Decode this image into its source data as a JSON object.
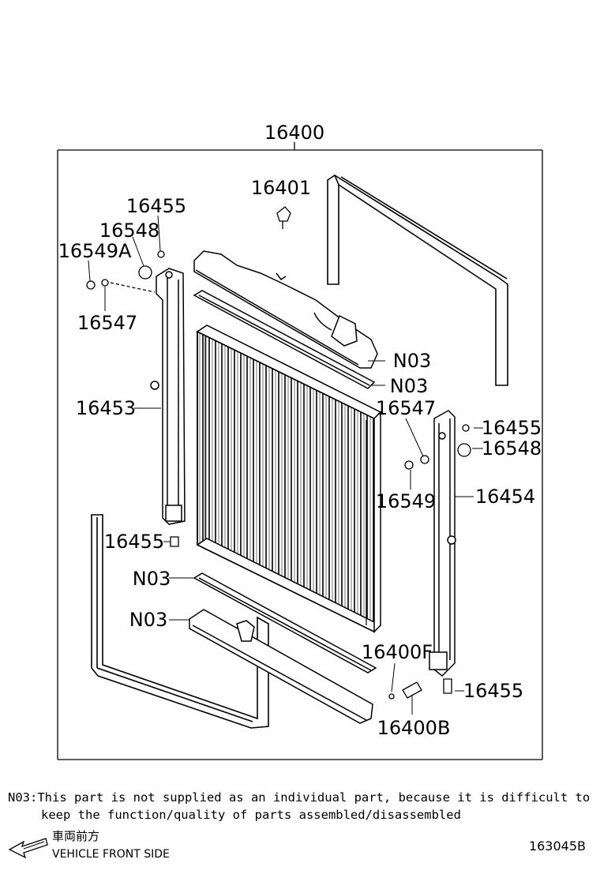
{
  "parts": {
    "assembly": "16400",
    "cap_16401": "16401",
    "bolt_16455_a": "16455",
    "cushion_16548_a": "16548",
    "bolt_16549A": "16549A",
    "washer_16547_a": "16547",
    "support_16453": "16453",
    "bolt_16455_b": "16455",
    "n03_a": "N03",
    "n03_b": "N03",
    "n03_c": "N03",
    "n03_d": "N03",
    "washer_16547_b": "16547",
    "bolt_16455_c": "16455",
    "cushion_16548_b": "16548",
    "bolt_16549": "16549",
    "support_16454": "16454",
    "oring_16400F": "16400F",
    "bolt_16455_d": "16455",
    "drain_16400B": "16400B"
  },
  "note": {
    "line1": "N03:This part is not supplied as an individual part, because it is difficult to",
    "line2": "keep the function/quality of parts assembled/disassembled"
  },
  "front_indicator": {
    "japanese": "車両前方",
    "english": "VEHICLE FRONT SIDE"
  },
  "diagram_id": "163045B"
}
